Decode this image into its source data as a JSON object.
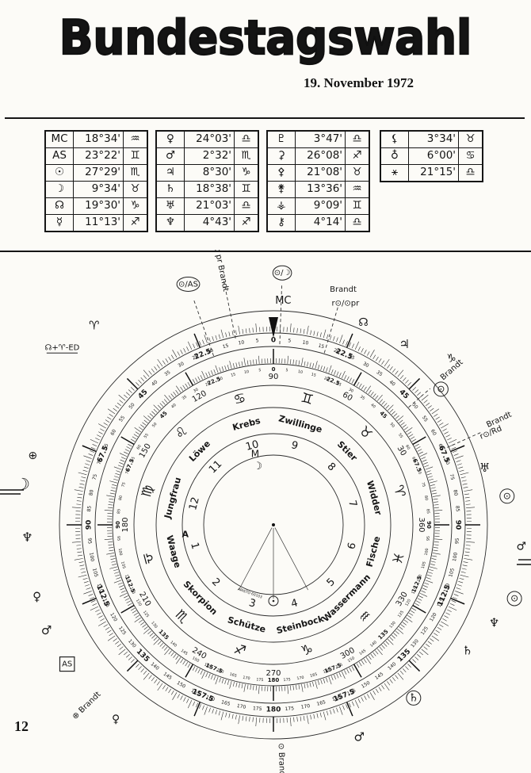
{
  "page": {
    "title": "Bundestagswahl",
    "date": "19. November 1972",
    "page_number": "12"
  },
  "position_tables": [
    {
      "rows": [
        [
          "MC",
          "18°34'",
          "♒"
        ],
        [
          "AS",
          "23°22'",
          "♊"
        ],
        [
          "☉",
          "27°29'",
          "♏"
        ],
        [
          "☽",
          "9°34'",
          "♉"
        ],
        [
          "☊",
          "19°30'",
          "♑"
        ],
        [
          "☿",
          "11°13'",
          "♐"
        ]
      ]
    },
    {
      "rows": [
        [
          "♀",
          "24°03'",
          "♎"
        ],
        [
          "♂",
          "2°32'",
          "♏"
        ],
        [
          "♃",
          "8°30'",
          "♑"
        ],
        [
          "♄",
          "18°38'",
          "♊"
        ],
        [
          "♅",
          "21°03'",
          "♎"
        ],
        [
          "♆",
          "4°43'",
          "♐"
        ]
      ]
    },
    {
      "rows": [
        [
          "♇",
          "3°47'",
          "♎"
        ],
        [
          "⚳",
          "26°08'",
          "♐"
        ],
        [
          "⚴",
          "21°08'",
          "♉"
        ],
        [
          "⚵",
          "13°36'",
          "♒"
        ],
        [
          "⚶",
          "9°09'",
          "♊"
        ],
        [
          "⚷",
          "4°14'",
          "♎"
        ]
      ]
    },
    {
      "rows": [
        [
          "⚸",
          "3°34'",
          "♉"
        ],
        [
          "♁",
          "6°00'",
          "♋"
        ],
        [
          "⚹",
          "21°15'",
          "♎"
        ]
      ]
    }
  ],
  "wheel": {
    "scale_bold_labels": [
      0,
      22.5,
      45,
      67.5,
      90,
      112.5,
      135,
      157.5,
      180
    ],
    "scale_substep": 5,
    "dial_degrees": [
      30,
      60,
      90,
      120,
      150,
      180,
      210,
      240,
      270,
      300,
      330,
      360
    ],
    "zodiac_ring": [
      {
        "name": "Krebs",
        "glyph": "♋",
        "house": "10",
        "clock": -15
      },
      {
        "name": "Zwillinge",
        "glyph": "♊",
        "house": "9",
        "clock": 15
      },
      {
        "name": "Stier",
        "glyph": "♉",
        "house": "8",
        "clock": 45
      },
      {
        "name": "Widder",
        "glyph": "♈",
        "house": "7",
        "clock": 75
      },
      {
        "name": "Fische",
        "glyph": "♓",
        "house": "6",
        "clock": 105
      },
      {
        "name": "Wassermann",
        "glyph": "♒",
        "house": "5",
        "clock": 135
      },
      {
        "name": "Steinbock",
        "glyph": "♑",
        "house": "4",
        "clock": 165
      },
      {
        "name": "Schütze",
        "glyph": "♐",
        "house": "3",
        "clock": -165
      },
      {
        "name": "Skorpion",
        "glyph": "♏",
        "house": "2",
        "clock": -135
      },
      {
        "name": "Waage",
        "glyph": "♎",
        "house": "1",
        "clock": -105
      },
      {
        "name": "Jungfrau",
        "glyph": "♍",
        "house": "12",
        "clock": -75
      },
      {
        "name": "Löwe",
        "glyph": "♌",
        "house": "11",
        "clock": -45
      }
    ],
    "pointer_label": "MC",
    "center_marks": {
      "meridian": "M",
      "moon": "☽",
      "asc": "A",
      "maker": "ARISTO 60103"
    },
    "outer_marks": [
      {
        "glyph": "♈",
        "clock": -42,
        "r": 338,
        "size": 15
      },
      {
        "glyph": "⊕",
        "clock": -74,
        "r": 316,
        "size": 14
      },
      {
        "glyph": "☽",
        "clock": -81,
        "r": 320,
        "size": 20
      },
      {
        "glyph": "♆",
        "clock": -93,
        "r": 311,
        "size": 16
      },
      {
        "glyph": "♀",
        "clock": -107,
        "r": 312,
        "size": 15
      },
      {
        "glyph": "♂",
        "clock": -115,
        "r": 316,
        "size": 15
      },
      {
        "glyph": "♀",
        "clock": -141,
        "r": 316,
        "size": 14
      },
      {
        "glyph": "☊",
        "clock": 24,
        "r": 279,
        "size": 14
      },
      {
        "glyph": "♃",
        "clock": 36,
        "r": 281,
        "size": 15
      },
      {
        "glyph": "♑",
        "clock": 47,
        "r": 307,
        "size": 14
      },
      {
        "glyph": "⊙",
        "clock": 51,
        "r": 272,
        "size": 12,
        "circled": true
      },
      {
        "glyph": "♅",
        "clock": 75,
        "r": 276,
        "size": 15
      },
      {
        "glyph": "⊙",
        "clock": 83,
        "r": 297,
        "size": 12,
        "circled": true
      },
      {
        "glyph": "♂",
        "clock": 95,
        "r": 314,
        "size": 14
      },
      {
        "glyph": "⊙",
        "clock": 107,
        "r": 318,
        "size": 12,
        "circled": true
      },
      {
        "glyph": "♆",
        "clock": 114,
        "r": 305,
        "size": 15
      },
      {
        "glyph": "♄",
        "clock": 123,
        "r": 292,
        "size": 15
      },
      {
        "glyph": "♄",
        "clock": 141,
        "r": 281,
        "size": 14,
        "circled": true
      },
      {
        "glyph": "♂",
        "clock": 158,
        "r": 289,
        "size": 15
      }
    ],
    "annotations": [
      {
        "text": "⊙/AS",
        "clock": -19.5,
        "r": 322,
        "circled": true
      },
      {
        "text": "⊙ pr Brandt",
        "clock": -11.5,
        "r": 330,
        "rotated": true
      },
      {
        "text": "⊙/☽",
        "clock": 2,
        "r": 318,
        "circled": true
      },
      {
        "text": "MC",
        "clock": 2.5,
        "r": 283,
        "size": 13
      },
      {
        "text": "Brandt",
        "clock": 16.5,
        "r": 310
      },
      {
        "text": "r⊙/⊙pr",
        "clock": 18,
        "r": 294
      },
      {
        "text": "Brandt",
        "clock": 49,
        "r": 298,
        "rotated": true
      },
      {
        "text": "Brandt",
        "clock": 65,
        "r": 314,
        "rotated": true
      },
      {
        "text": "r⊙/Rd",
        "clock": 67,
        "r": 298,
        "rotated": true
      },
      {
        "text": "☊+♈-ED",
        "clock": -50,
        "r": 348,
        "underlined": true
      },
      {
        "text": "AS",
        "clock": -124,
        "r": 314,
        "boxed": true
      },
      {
        "text": "⊕ Brandt",
        "clock": -134,
        "r": 328,
        "rotated": true
      },
      {
        "text": "⊙ Brandt",
        "clock": 178,
        "r": 298,
        "rotated": true
      }
    ],
    "dashed_lines": [
      {
        "clock": -19.5,
        "r1": 226,
        "r2": 300
      },
      {
        "clock": -11.5,
        "r1": 240,
        "r2": 316
      },
      {
        "clock": 2,
        "r1": 228,
        "r2": 302
      },
      {
        "clock": 16.5,
        "r1": 226,
        "r2": 286
      },
      {
        "clock": 49,
        "r1": 226,
        "r2": 262
      },
      {
        "clock": 66,
        "r1": 240,
        "r2": 286
      }
    ],
    "hub_lines": [
      -152,
      152,
      180
    ]
  }
}
